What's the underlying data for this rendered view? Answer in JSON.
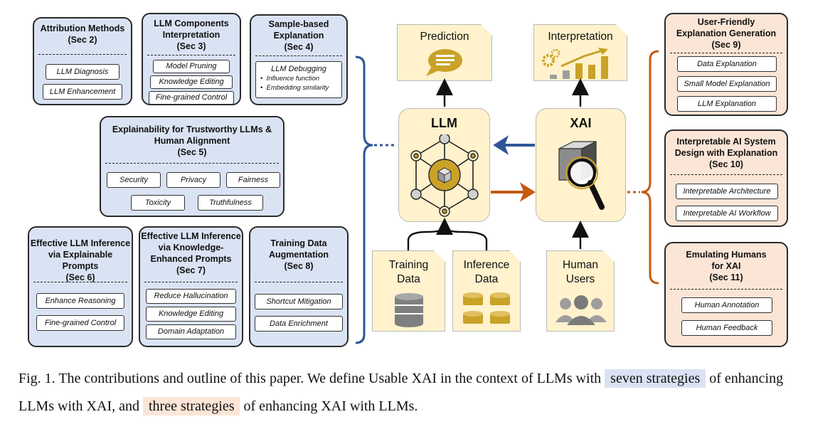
{
  "colors": {
    "blue_fill": "#dae3f3",
    "pink_fill": "#fbe5d6",
    "center_fill": "#fff2cc",
    "blue_arrow": "#2f5597",
    "orange_arrow": "#c55a11",
    "gold": "#c9a227"
  },
  "left_cards": [
    {
      "title": [
        "Attribution Methods"
      ],
      "sec": "(Sec 2)",
      "chips": [
        "LLM Diagnosis",
        "LLM Enhancement"
      ]
    },
    {
      "title": [
        "LLM Components",
        "Interpretation"
      ],
      "sec": "(Sec 3)",
      "chips": [
        "Model Pruning",
        "Knowledge Editing",
        "Fine-grained Control"
      ]
    },
    {
      "title": [
        "Sample-based",
        "Explanation"
      ],
      "sec": "(Sec 4)",
      "box_title": "LLM Debugging",
      "bullets": [
        "Influence function",
        "Embedding similarity"
      ]
    },
    {
      "title": [
        "Explainability for Trustworthy LLMs &",
        "Human Alignment"
      ],
      "sec": "(Sec 5)",
      "chips": [
        "Security",
        "Privacy",
        "Fairness",
        "Toxicity",
        "Truthfulness"
      ]
    },
    {
      "title": [
        "Effective LLM Inference",
        "via Explainable Prompts"
      ],
      "sec": "(Sec 6)",
      "chips": [
        "Enhance Reasoning",
        "Fine-grained Control"
      ]
    },
    {
      "title": [
        "Effective LLM Inference",
        "via Knowledge-",
        "Enhanced Prompts"
      ],
      "sec": "(Sec 7)",
      "chips": [
        "Reduce Hallucination",
        "Knowledge Editing",
        "Domain Adaptation"
      ]
    },
    {
      "title": [
        "Training Data",
        "Augmentation"
      ],
      "sec": "(Sec 8)",
      "chips": [
        "Shortcut Mitigation",
        "Data Enrichment"
      ]
    }
  ],
  "right_cards": [
    {
      "title": [
        "User-Friendly",
        "Explanation Generation"
      ],
      "sec": "(Sec 9)",
      "chips": [
        "Data Explanation",
        "Small Model Explanation",
        "LLM Explanation"
      ]
    },
    {
      "title": [
        "Interpretable AI System",
        "Design with Explanation"
      ],
      "sec": "(Sec 10)",
      "chips": [
        "Interpretable Architecture",
        "Interpretable AI Workflow"
      ]
    },
    {
      "title": [
        "Emulating Humans",
        "for XAI"
      ],
      "sec": "(Sec 11)",
      "chips": [
        "Human Annotation",
        "Human Feedback"
      ]
    }
  ],
  "center": {
    "prediction": "Prediction",
    "interpretation": "Interpretation",
    "llm": "LLM",
    "xai": "XAI",
    "training_data": [
      "Training",
      "Data"
    ],
    "inference_data": [
      "Inference",
      "Data"
    ],
    "human_users": [
      "Human",
      "Users"
    ],
    "icons": [
      "speech-bubble-icon",
      "growth-chart-icon",
      "neural-network-icon",
      "cube-magnifier-icon",
      "database-icon",
      "storage-icon",
      "users-icon"
    ]
  },
  "caption": {
    "line1_a": "Fig. 1.  The contributions and outline of this paper. We define Usable XAI in the context of LLMs with",
    "highlight_blue": "seven strategies",
    "line1_b": "of enhancing",
    "line2_a": "LLMs with XAI, and",
    "highlight_pink": "three strategies",
    "line2_b": "of enhancing XAI with LLMs."
  }
}
